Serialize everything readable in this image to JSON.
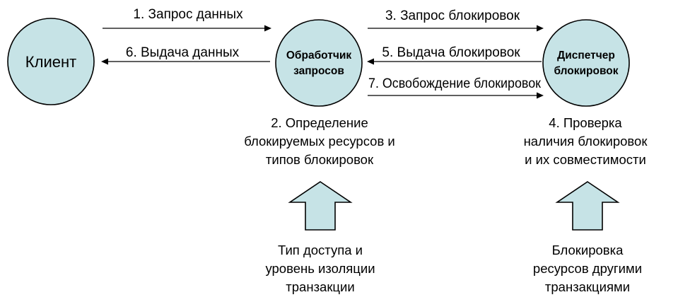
{
  "nodes": {
    "client": "Клиент",
    "handler": [
      "Обработчик",
      "запросов"
    ],
    "lock_manager": [
      "Диспетчер",
      "блокировок"
    ]
  },
  "messages": {
    "m1": "1. Запрос данных",
    "m6": "6. Выдача данных",
    "m3": "3. Запрос блокировок",
    "m5": "5. Выдача блокировок",
    "m7": "7. Освобождение блокировок"
  },
  "steps": {
    "s2": [
      "2. Определение",
      "блокируемых ресурсов и",
      "типов блокировок"
    ],
    "s4": [
      "4. Проверка",
      "наличия блокировок",
      "и их совместимости"
    ]
  },
  "inputs": {
    "left": [
      "Тип доступа и",
      "уровень изоляции",
      "транзакции"
    ],
    "right": [
      "Блокировка",
      "ресурсов другими",
      "транзакциями"
    ]
  },
  "colors": {
    "fill": "#c6e3e6",
    "stroke": "#000000"
  }
}
